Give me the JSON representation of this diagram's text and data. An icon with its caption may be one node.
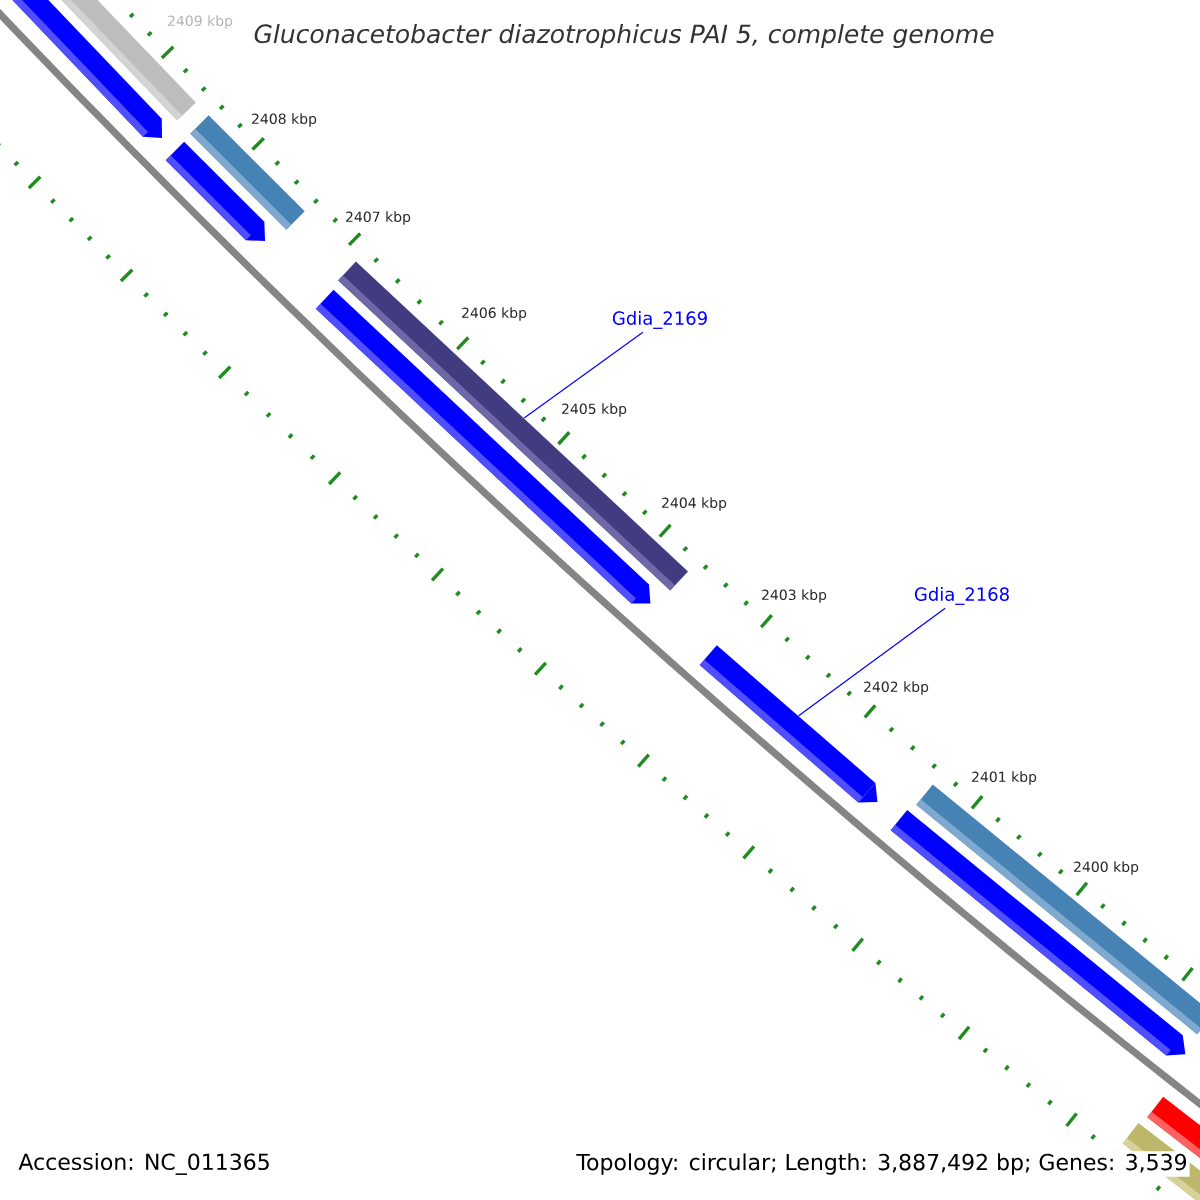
{
  "diagram": {
    "title": "Gluconacetobacter diazotrophicus PAI 5, complete genome",
    "nodes": [
      {
        "text": [
          "Gdia_2169"
        ]
      },
      {
        "text": [],
        "shape": "bar"
      },
      {
        "text": [
          "Gdia_2168"
        ]
      },
      {
        "text": [],
        "shape": "bar"
      }
    ],
    "edges": [
      {
        "from": 0,
        "to": 1,
        "arrow": "none"
      },
      {
        "from": 2,
        "to": 3,
        "arrow": "none"
      }
    ],
    "labels": [
      "2409 kbp",
      "2408 kbp",
      "2407 kbp",
      "2406 kbp",
      "2405 kbp",
      "2404 kbp",
      "2403 kbp",
      "2402 kbp",
      "2401 kbp",
      "2400 kbp",
      "Accession: NC_011365",
      "Topology: circular; Length: 3,887,492 bp; Genes: 3,539"
    ]
  }
}
